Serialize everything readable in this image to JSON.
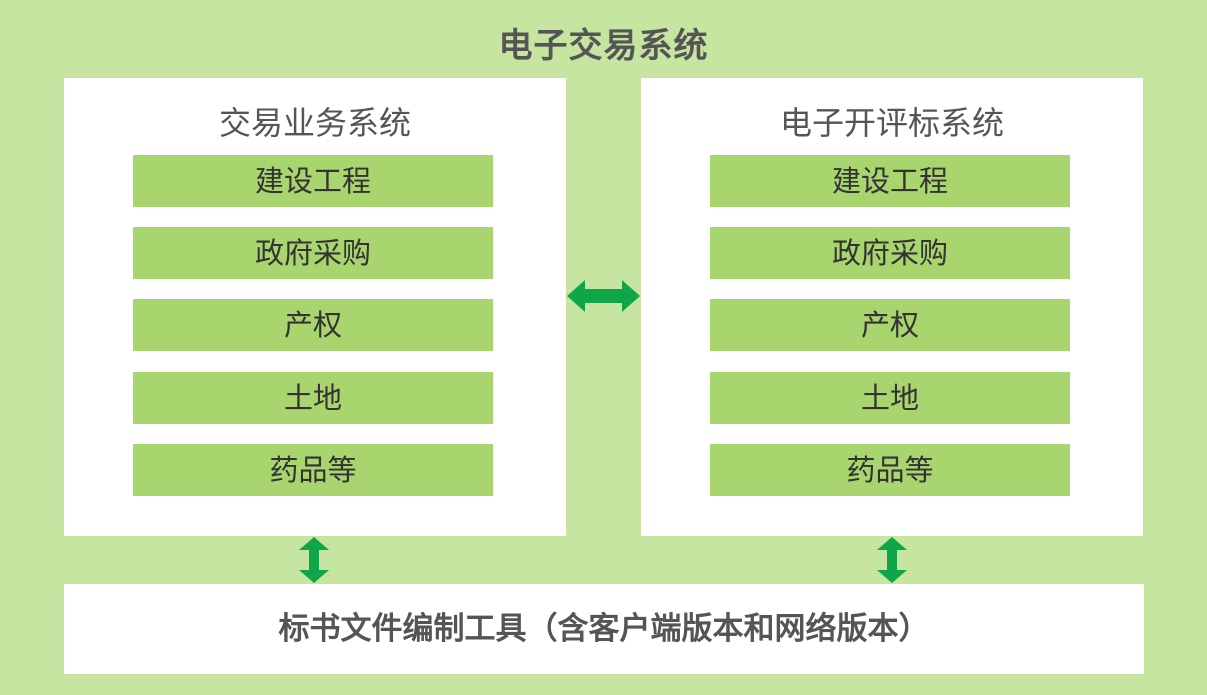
{
  "title": "电子交易系统",
  "colors": {
    "background": "#c5e5a0",
    "panel": "#ffffff",
    "item": "#a8d56e",
    "arrow": "#0fa64a",
    "text": "#555555"
  },
  "left_panel": {
    "title": "交易业务系统",
    "items": [
      "建设工程",
      "政府采购",
      "产权",
      "土地",
      "药品等"
    ]
  },
  "right_panel": {
    "title": "电子开评标系统",
    "items": [
      "建设工程",
      "政府采购",
      "产权",
      "土地",
      "药品等"
    ]
  },
  "bottom": {
    "label": "标书文件编制工具（含客户端版本和网络版本）"
  },
  "arrows": [
    "double-arrow-horizontal-icon",
    "double-arrow-vertical-icon"
  ]
}
